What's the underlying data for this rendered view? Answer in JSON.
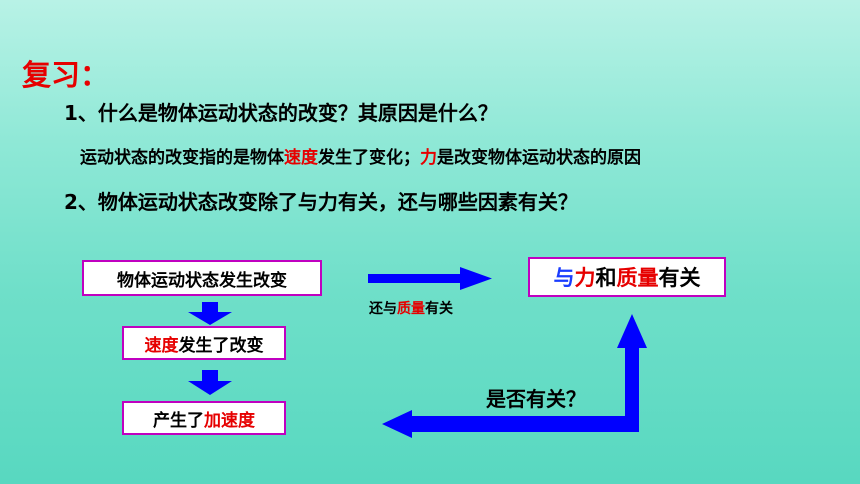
{
  "title": "复习：",
  "q1": "1、什么是物体运动状态的改变？其原因是什么？",
  "answer": {
    "part1": "运动状态的改变指的是物体",
    "speed": "速度",
    "part2": "发生了变化；",
    "force": "力",
    "part3": "是改变物体运动状态的原因"
  },
  "q2": "2、物体运动状态改变除了与力有关，还与哪些因素有关？",
  "diagram": {
    "box1": "物体运动状态发生改变",
    "box2": {
      "red": "速度",
      "rest": "发生了改变"
    },
    "box3": {
      "prefix": "产生了",
      "red": "加速度"
    },
    "box4": {
      "blue": "与",
      "red1": "力",
      "mid": "和",
      "red2": "质量",
      "rest": "有关"
    },
    "note": {
      "prefix": "还与",
      "red": "质量",
      "suffix": "有关"
    },
    "question": "是否有关？"
  },
  "colors": {
    "accent_red": "#e60000",
    "accent_blue": "#1a3cff",
    "arrow_blue": "#0000ff",
    "box_border": "#c000c0"
  }
}
